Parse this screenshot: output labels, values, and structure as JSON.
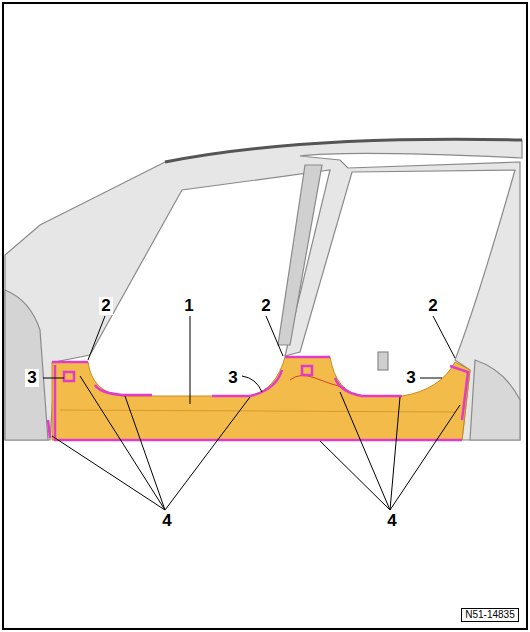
{
  "diagram": {
    "labels": [
      "2",
      "1",
      "2",
      "2",
      "3",
      "3",
      "3",
      "4",
      "4",
      "N51-14835"
    ]
  }
}
